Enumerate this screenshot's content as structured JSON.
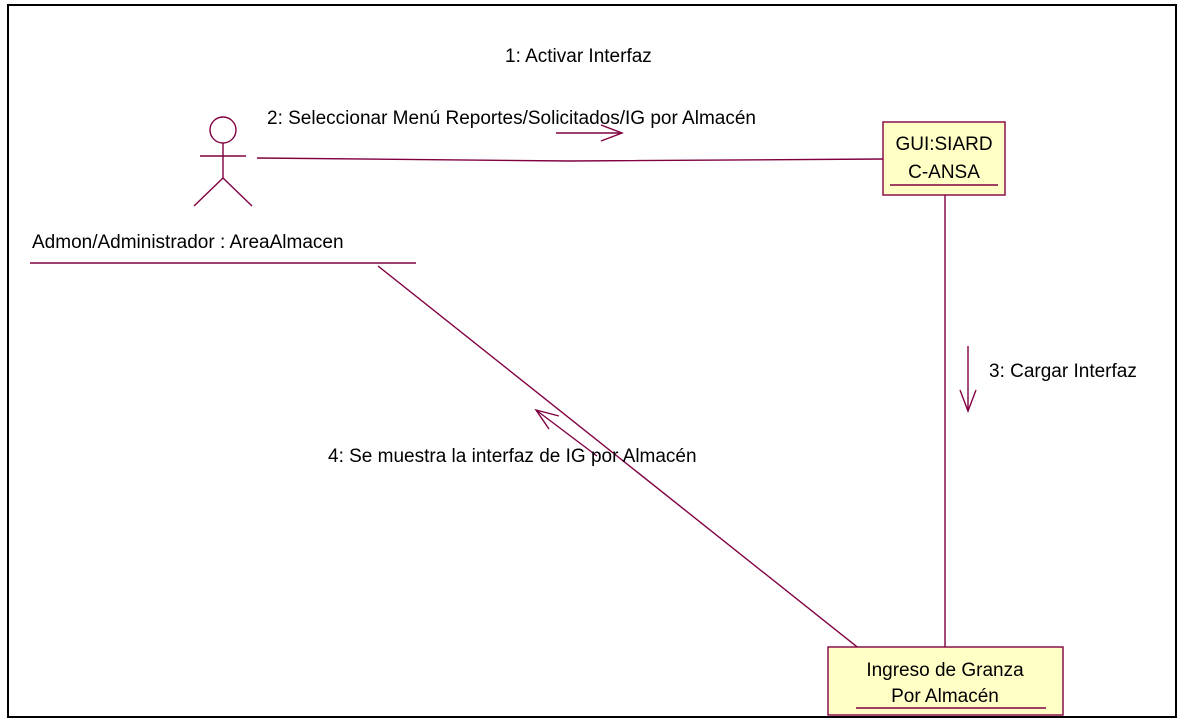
{
  "colors": {
    "line": "#800040",
    "object_fill": "#ffffc6",
    "frame": "#000000",
    "text": "#000000"
  },
  "actor": {
    "label": "Admon/Administrador : AreaAlmacen"
  },
  "objects": {
    "gui": {
      "line1": "GUI:SIARD",
      "line2": "C-ANSA"
    },
    "ingreso": {
      "line1": "Ingreso de Granza",
      "line2": "Por Almacén"
    }
  },
  "messages": {
    "m1": "1: Activar Interfaz",
    "m2": "2: Seleccionar Menú Reportes/Solicitados/IG por Almacén",
    "m3": "3: Cargar Interfaz",
    "m4": "4: Se muestra la interfaz de IG por Almacén"
  }
}
